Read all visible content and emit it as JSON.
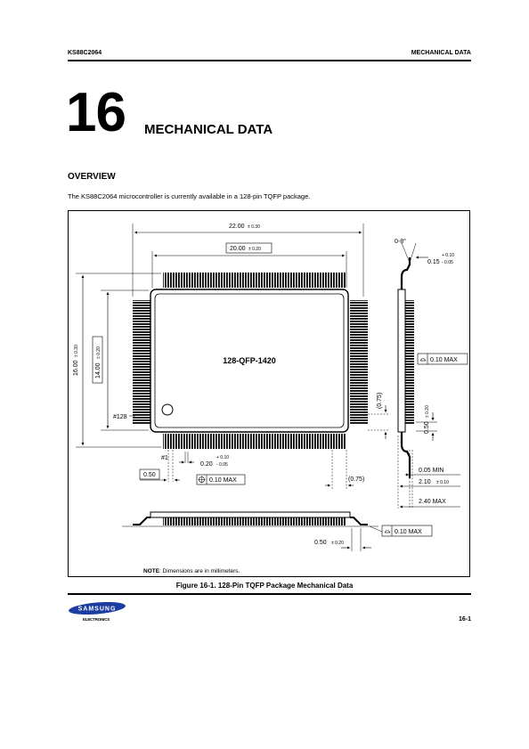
{
  "header": {
    "left": "KS88C2064",
    "right": "MECHANICAL DATA"
  },
  "chapter": {
    "number": "16",
    "title": "MECHANICAL DATA"
  },
  "section": {
    "title": "OVERVIEW",
    "body": "The KS88C2064 microcontroller is currently available in a 128-pin TQFP package."
  },
  "figure": {
    "package_label": "128-QFP-1420",
    "dim_overall_width": "22.00",
    "dim_overall_width_tol": "± 0.30",
    "dim_body_width": "20.00",
    "dim_body_width_tol": "± 0.20",
    "dim_overall_height": "16.00",
    "dim_overall_height_tol": "± 0.30",
    "dim_body_height": "14.00",
    "dim_body_height_tol": "± 0.20",
    "pin_128": "#128",
    "pin_1": "#1",
    "pitch": "0.50",
    "lead_width": "0.20",
    "lead_width_tol_plus": "+ 0.10",
    "lead_width_tol_minus": "- 0.05",
    "position_tol": "0.10 MAX",
    "corner_offset_bottom": "(0.75)",
    "corner_offset_side": "(0.75)",
    "angle": "0-8°",
    "lead_thickness": "0.15",
    "lead_thickness_tol_plus": "+ 0.10",
    "lead_thickness_tol_minus": "- 0.05",
    "flatness": "0.10 MAX",
    "foot_length": "0.50",
    "foot_length_tol": "± 0.20",
    "standoff": "0.05 MIN",
    "body_thickness": "2.10",
    "body_thickness_tol": "± 0.10",
    "max_height": "2.40 MAX",
    "bottom_flatness": "0.10 MAX",
    "bottom_foot": "0.50",
    "bottom_foot_tol": "± 0.20",
    "note_label": "NOTE",
    "note_text": ": Dimensions are in millimeters.",
    "caption": "Figure 16-1. 128-Pin TQFP Package Mechanical Data"
  },
  "footer": {
    "logo_text": "SAMSUNG",
    "logo_sub": "ELECTRONICS",
    "page_number": "16-1"
  }
}
